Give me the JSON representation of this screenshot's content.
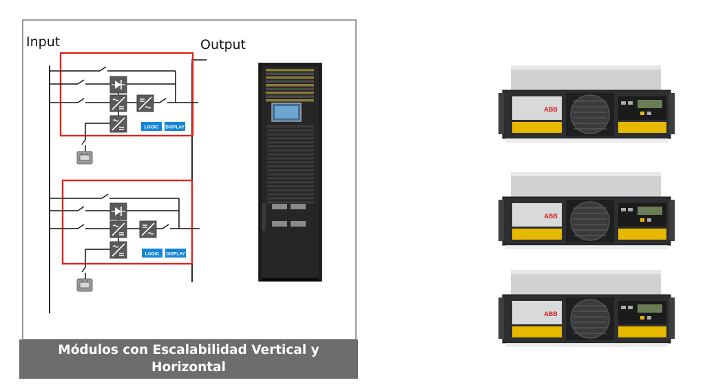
{
  "diagram": {
    "input_label": "Input",
    "output_label": "Output",
    "logic_label": "LOGIC",
    "display_label": "DISPLAY",
    "caption_line1": "Módulos con Escalabilidad Vertical y",
    "caption_line2": "Horizontal"
  },
  "hardware": {
    "brand_label": "ABB"
  },
  "colors": {
    "module_border": "#e0231c",
    "tag_blue": "#1486d8",
    "caption_bg": "#6d6d6d",
    "panel_border": "#9b9b9b"
  }
}
